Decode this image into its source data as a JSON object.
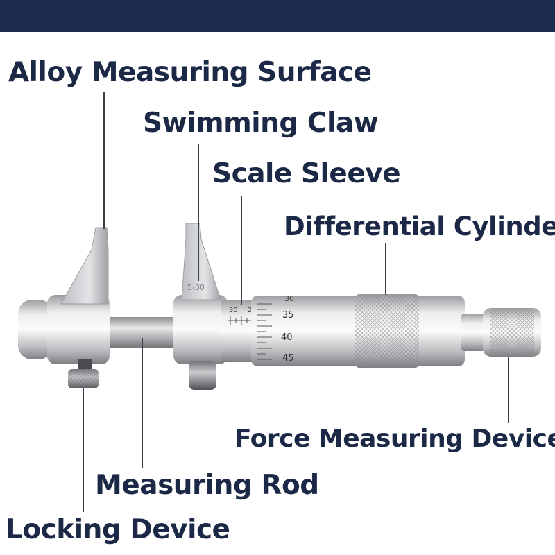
{
  "colors": {
    "banner": "#1c2a4b",
    "label_text": "#1b2846",
    "leader_line": "#3a3f4a",
    "steel_light": "#eeeeef",
    "steel_dark": "#8e9093"
  },
  "labels": {
    "alloy_measuring_surface": "Alloy Measuring Surface",
    "swimming_claw": "Swimming Claw",
    "scale_sleeve": "Scale Sleeve",
    "differential_cylinder": "Differential Cylinder",
    "force_measuring_device": "Force Measuring Device",
    "measuring_rod": "Measuring Rod",
    "locking_device": "Locking Device"
  },
  "instrument_markings": {
    "claw_range": "5-30",
    "sleeve_tick_30": "30",
    "sleeve_tick_2": "2",
    "thimble_30": "30",
    "thimble_35": "35",
    "thimble_40": "40",
    "thimble_45": "45"
  }
}
